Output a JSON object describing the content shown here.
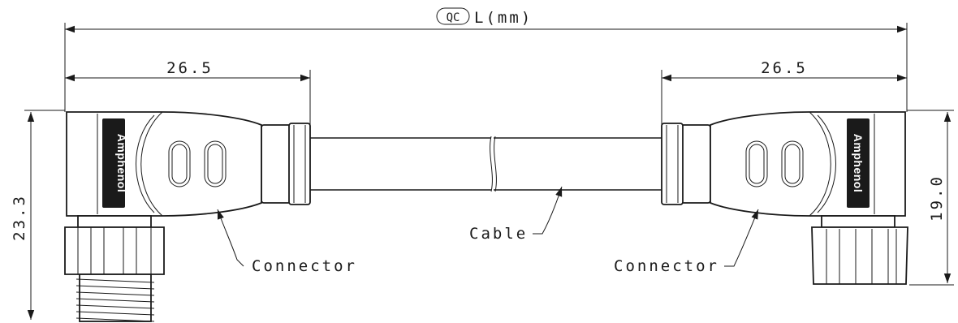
{
  "dimensions": {
    "overall_length_label": "L(mm)",
    "overall_length_symbol": "QC",
    "left_connector_length": "26.5",
    "right_connector_length": "26.5",
    "left_height": "23.3",
    "right_height": "19.0"
  },
  "callouts": {
    "left_connector": "Connector",
    "cable": "Cable",
    "right_connector": "Connector"
  },
  "brand": {
    "name": "Amphenol"
  },
  "colors": {
    "line": "#1a1a1a",
    "brand_plate": "#1a1a1a",
    "background": "#ffffff"
  }
}
